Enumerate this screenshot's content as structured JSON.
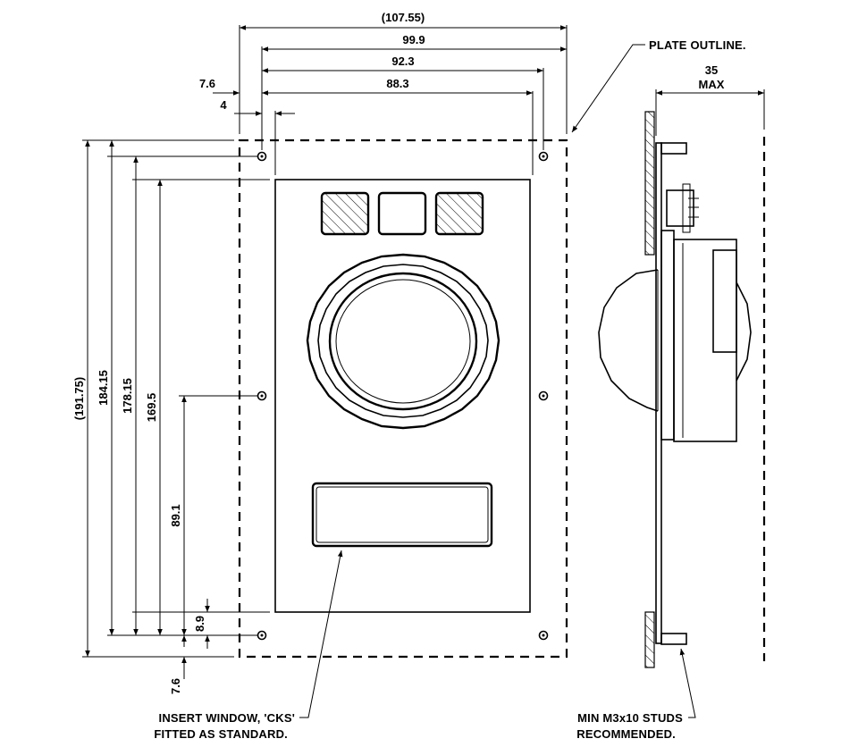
{
  "dimensions": {
    "overall_width": "(107.55)",
    "plate_width": "99.9",
    "hole_pitch_x": "92.3",
    "panel_width": "88.3",
    "edge_offset_x": "7.6",
    "hole_offset": "4",
    "overall_height": "(191.75)",
    "plate_height": "184.15",
    "hole_pitch_y": "178.15",
    "panel_height": "169.5",
    "mid_hole_height": "89.1",
    "bottom_offset": "8.9",
    "edge_offset_y": "7.6",
    "depth": "35",
    "depth_qualifier": "MAX"
  },
  "notes": {
    "plate_outline": "PLATE OUTLINE.",
    "insert_window_line1": "INSERT WINDOW, 'CKS'",
    "insert_window_line2": "FITTED AS STANDARD.",
    "studs_line1": "MIN M3x10 STUDS",
    "studs_line2": "RECOMMENDED."
  }
}
